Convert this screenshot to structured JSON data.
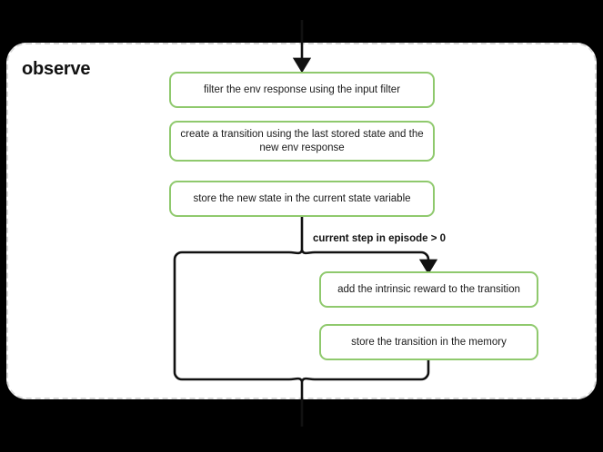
{
  "diagram": {
    "type": "flowchart",
    "group": {
      "title": "observe",
      "border_style": "dashed",
      "border_color": "#d8d8d8",
      "background": "#ffffff"
    },
    "canvas_background": "#000000",
    "node_border_color": "#8fc96d",
    "connector_color": "#111111",
    "nodes": [
      {
        "id": "n1",
        "label": "filter the env response using the input filter"
      },
      {
        "id": "n2",
        "label": "create a transition using the last stored state and the new env response"
      },
      {
        "id": "n3",
        "label": "store the new state in the current state variable"
      },
      {
        "id": "n4",
        "label": "add the intrinsic reward to the transition"
      },
      {
        "id": "n5",
        "label": "store the transition in the memory"
      }
    ],
    "edge_labels": [
      {
        "id": "e1",
        "text": "current step in episode > 0"
      }
    ]
  }
}
